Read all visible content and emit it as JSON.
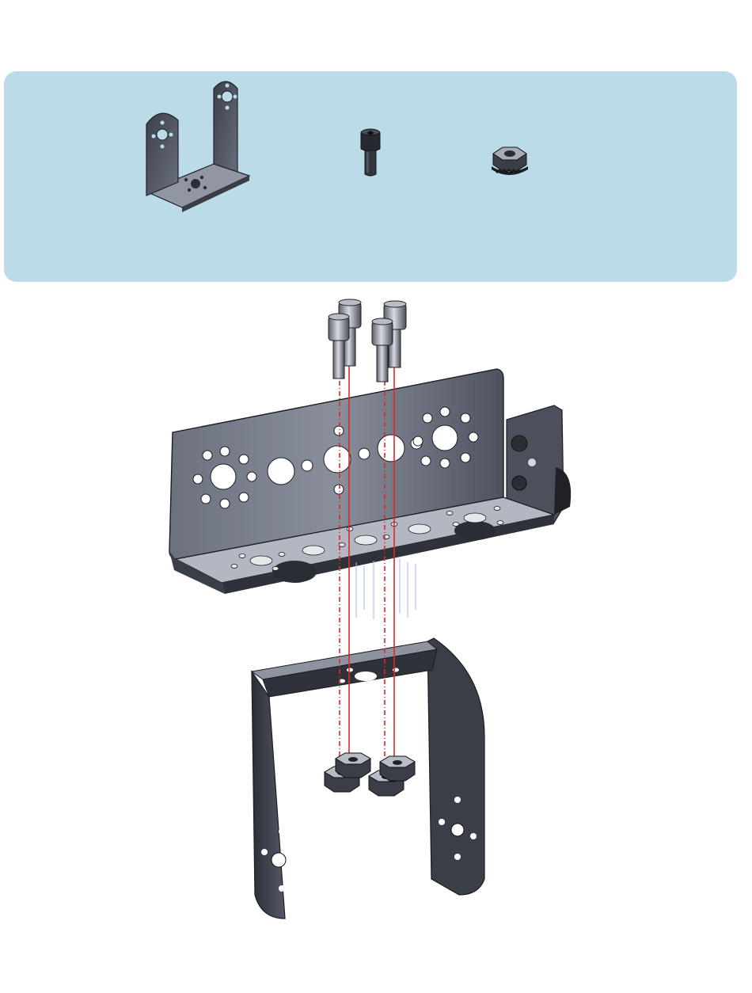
{
  "colors": {
    "panel_background": "#bcdbe9",
    "metal_dark": "#2f3239",
    "metal_face": "#5c6170",
    "metal_light": "#c7ccd6",
    "guide_line": "#e0262b",
    "page_background": "#ffffff"
  },
  "parts_panel": {
    "items": [
      {
        "icon": "u-bracket-icon"
      },
      {
        "icon": "socket-cap-screw-icon"
      },
      {
        "icon": "kep-nut-icon"
      }
    ]
  },
  "assembly": {
    "screws_count": 4,
    "nuts_count": 4,
    "components": [
      "channel-bracket",
      "u-bracket",
      "socket-cap-screws",
      "kep-nuts"
    ]
  }
}
